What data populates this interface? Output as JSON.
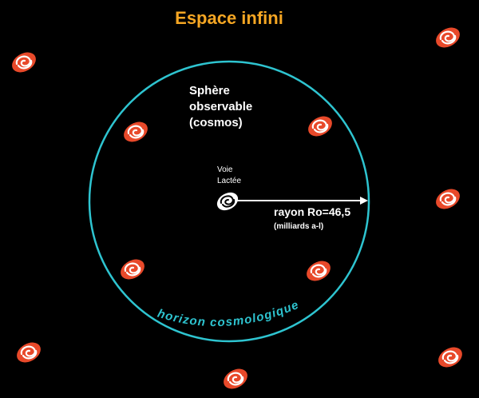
{
  "title": "Espace infini",
  "sphere_label": {
    "line1": "Sphère",
    "line2": "observable",
    "line3": "(cosmos)"
  },
  "milky_way_label": {
    "line1": "Voie",
    "line2": "Lactée"
  },
  "radius_label": {
    "line1": "rayon Ro=46,5",
    "line2": "(milliards a-l)"
  },
  "horizon_label": "horizon  cosmologique",
  "colors": {
    "background": "#000000",
    "title": "#F5A623",
    "horizon_circle": "#2EC4D0",
    "galaxy_outer": "#E8492A",
    "galaxy_inner": "#FFFFFF",
    "text": "#FFFFFF",
    "arrow": "#FFFFFF"
  },
  "icons": {
    "galaxy": "spiral-galaxy-icon",
    "milky_way": "milky-way-galaxy-icon"
  }
}
